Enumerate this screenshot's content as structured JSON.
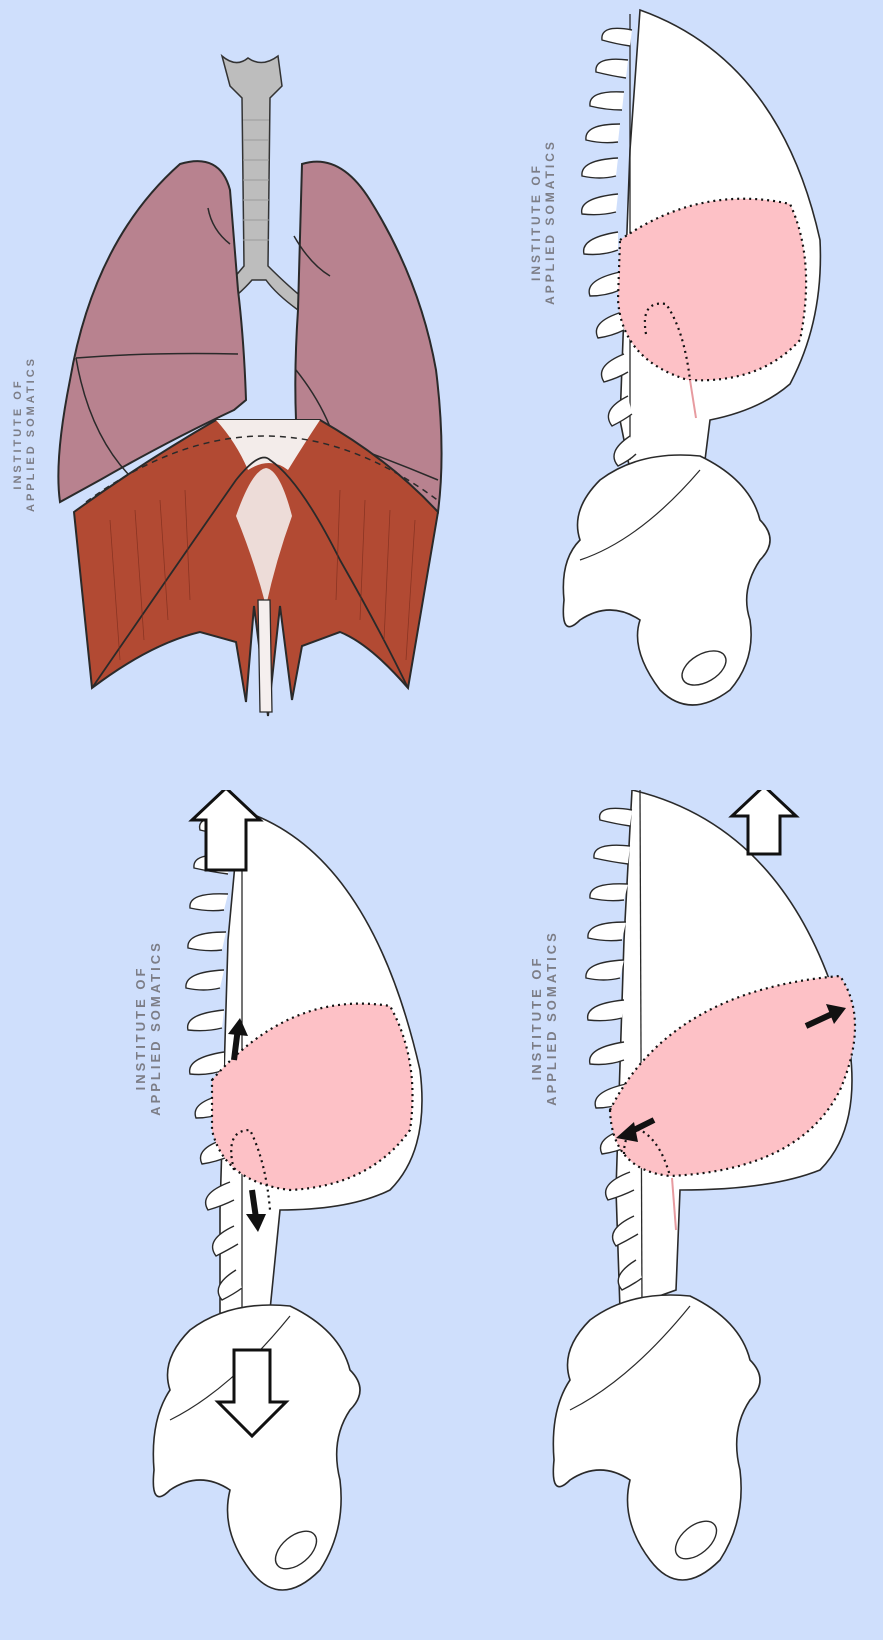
{
  "watermark": {
    "line1": "INSTITUTE OF",
    "line2": "APPLIED SOMATICS"
  },
  "colors": {
    "background": "#cfdffc",
    "lung": "#b8828f",
    "diaphragm_muscle": "#b24a33",
    "tendon": "#f3ecea",
    "abdomen_fill": "#ffffff",
    "pelvic_zone": "#fdc1c6",
    "trachea": "#bdbdbd"
  },
  "panels": [
    {
      "id": "lungs-and-diaphragm-anterior",
      "icons": [
        "lungs",
        "trachea",
        "diaphragm"
      ]
    },
    {
      "id": "torso-side-view-neutral",
      "icons": [
        "spine",
        "pelvis",
        "abdominal-cavity"
      ]
    },
    {
      "id": "torso-side-view-lengthening",
      "icons": [
        "spine",
        "pelvis",
        "up-arrow-icon",
        "down-arrow-icon"
      ]
    },
    {
      "id": "torso-side-view-expansion",
      "icons": [
        "spine",
        "pelvis",
        "up-arrow-icon",
        "expansion-arrow-icon"
      ]
    }
  ]
}
